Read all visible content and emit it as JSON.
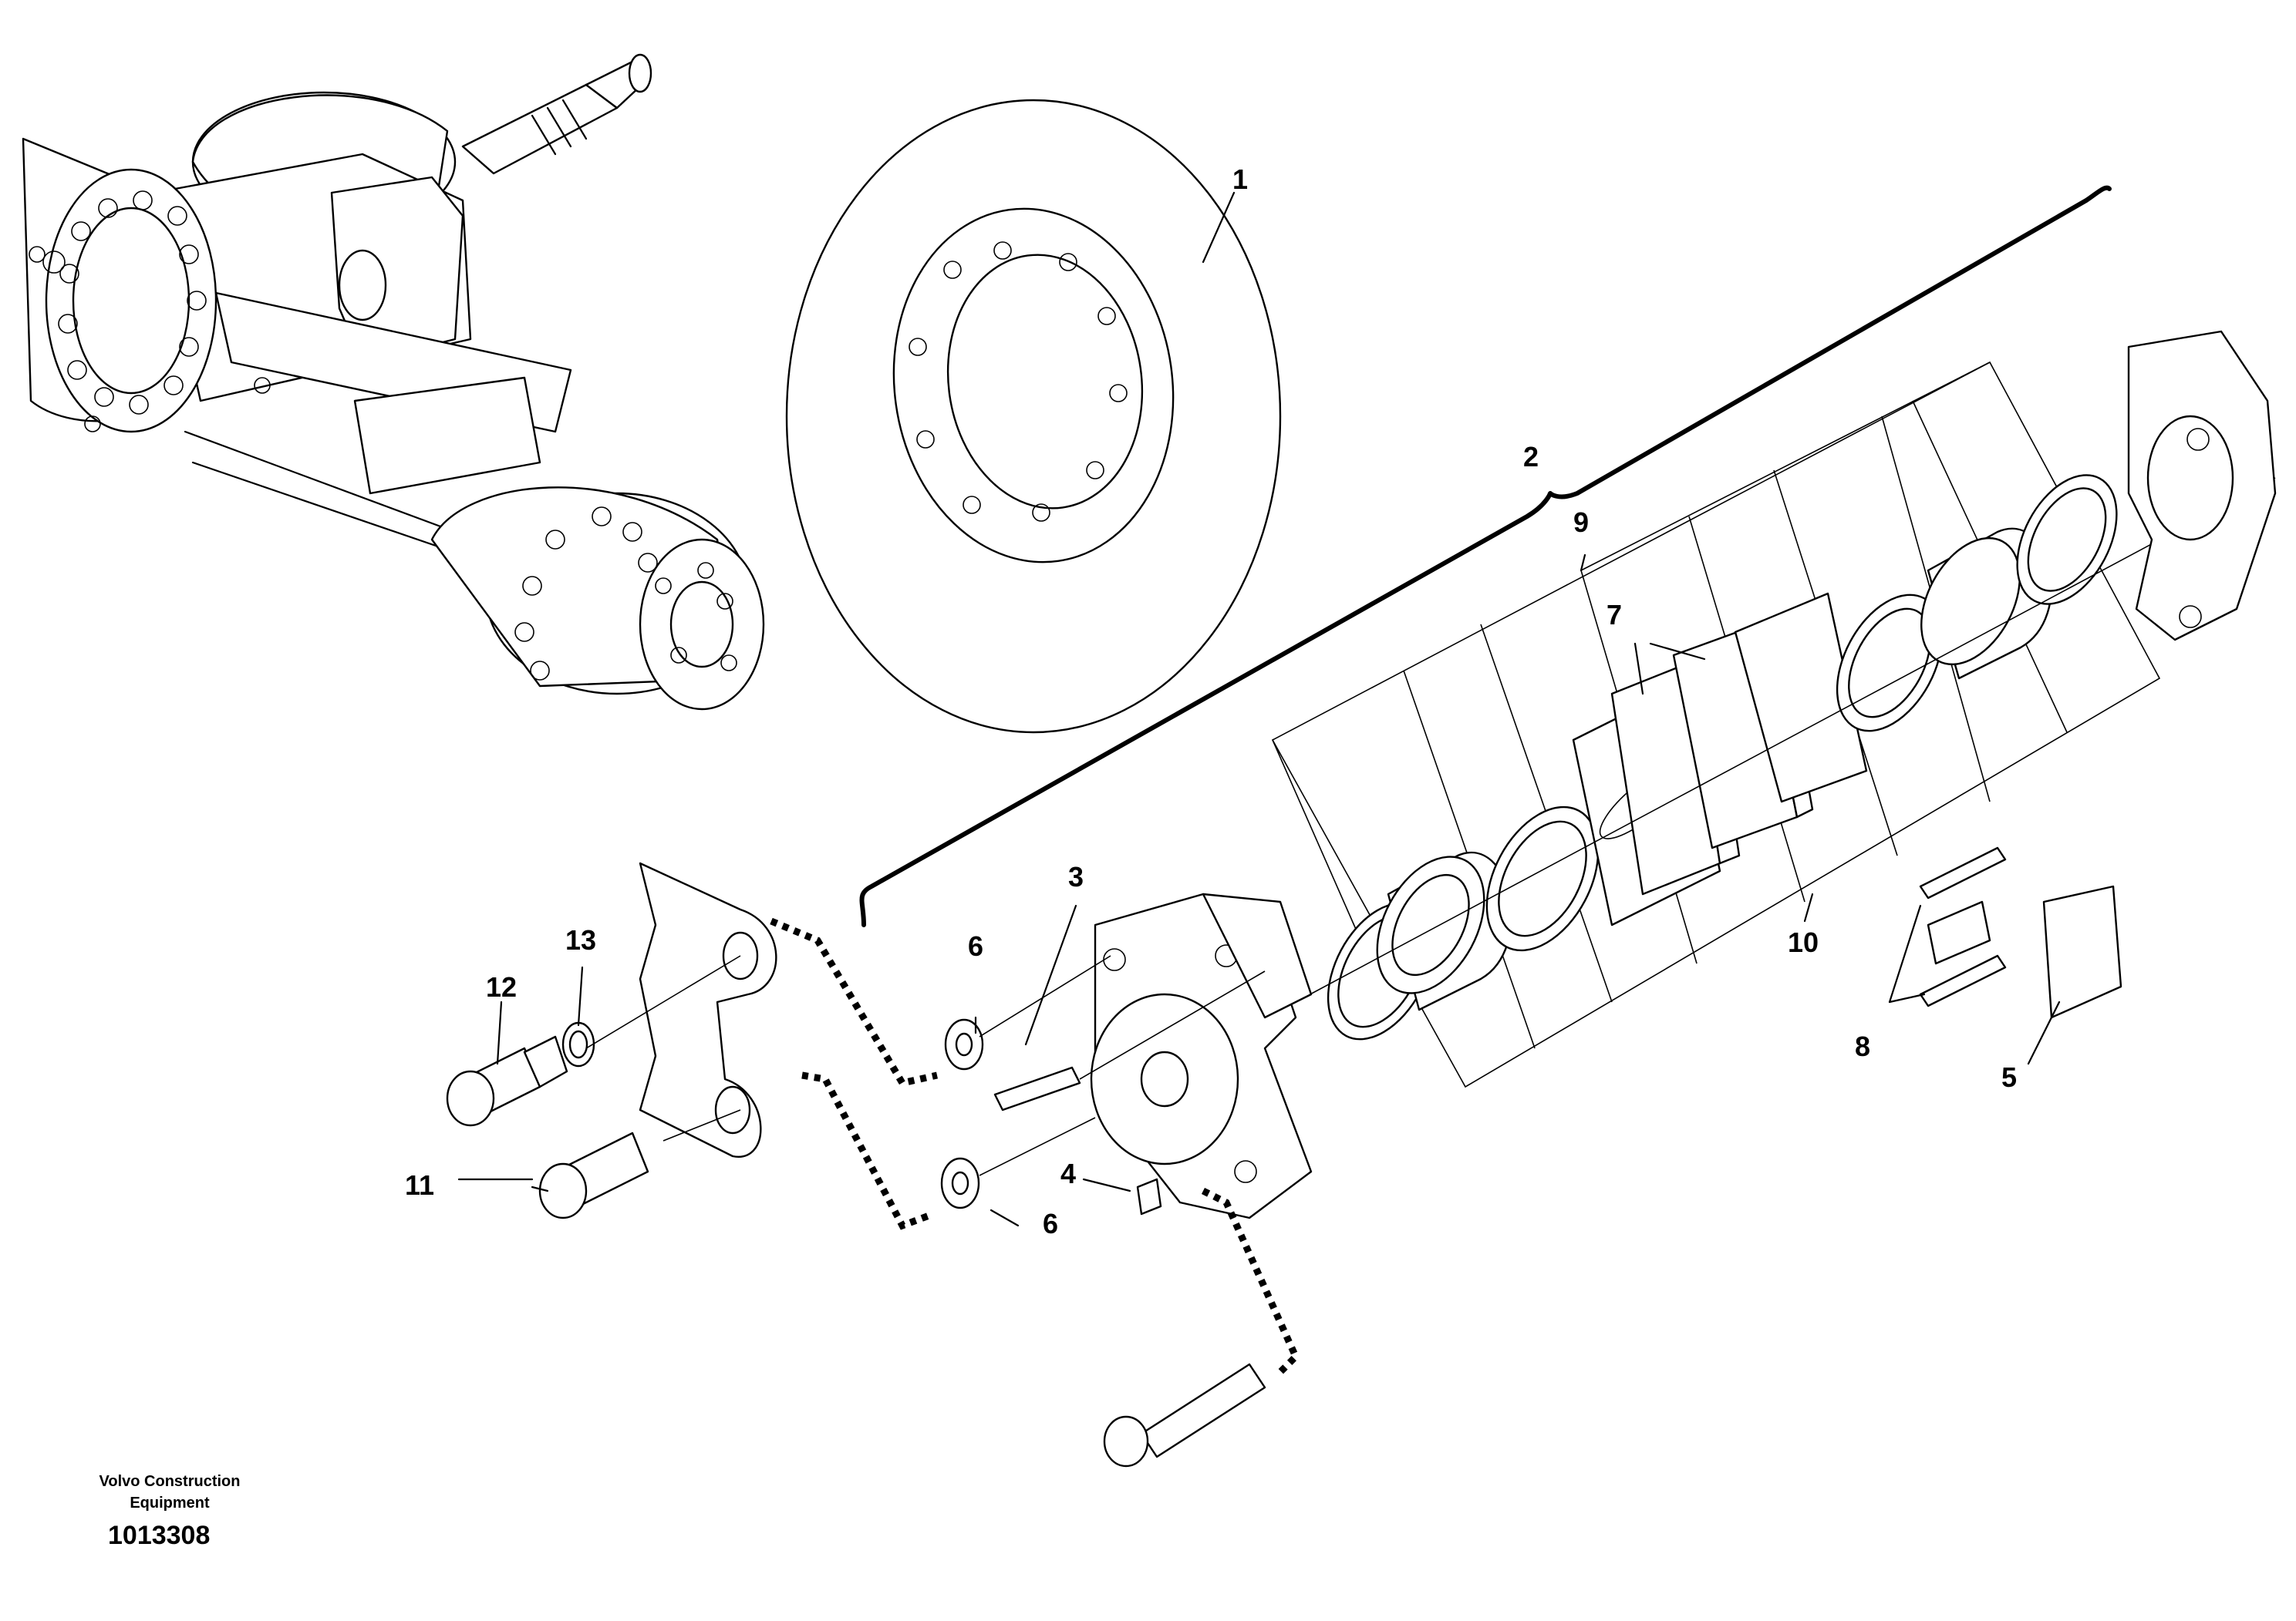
{
  "callouts": {
    "c1": "1",
    "c2": "2",
    "c3": "3",
    "c4": "4",
    "c5": "5",
    "c6a": "6",
    "c6b": "6",
    "c7": "7",
    "c8": "8",
    "c9": "9",
    "c10": "10",
    "c11": "11",
    "c12": "12",
    "c13": "13"
  },
  "footer": {
    "brand_line1": "Volvo Construction",
    "brand_line2": "Equipment",
    "doc_number": "1013308"
  }
}
